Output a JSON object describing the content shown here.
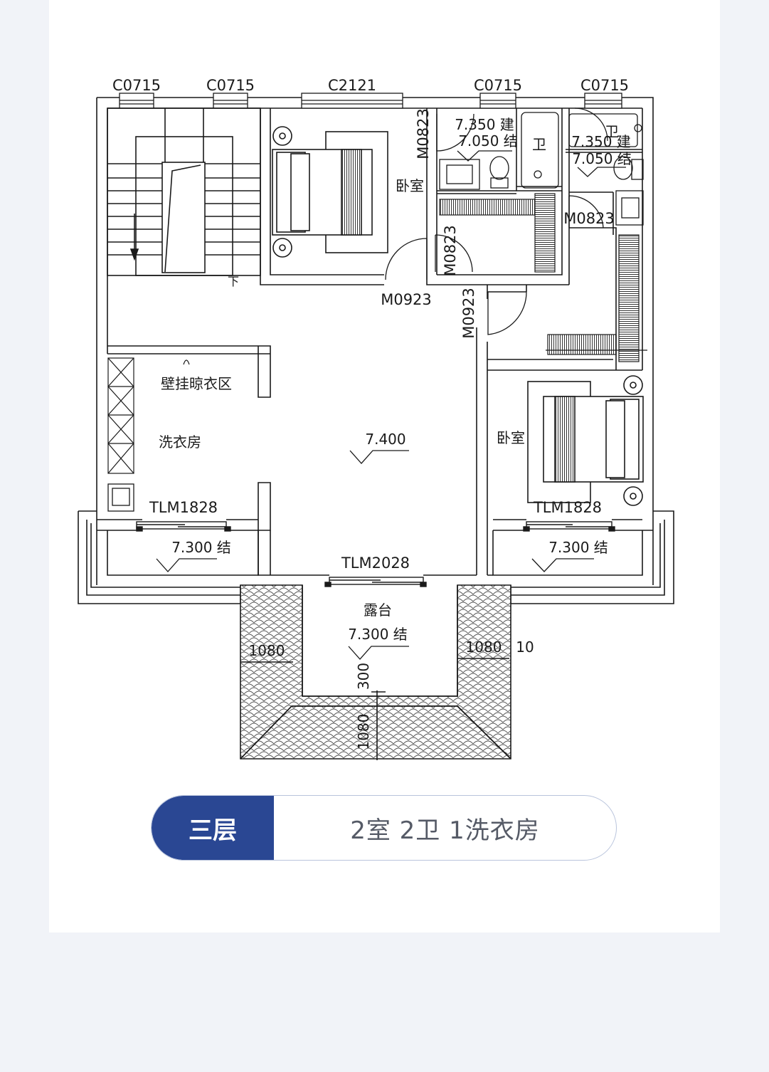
{
  "plan": {
    "window_codes": [
      "C0715",
      "C0715",
      "C2121",
      "C0715",
      "C0715"
    ],
    "door_codes": {
      "m0823_a": "M0823",
      "m0823_b": "M0823",
      "m0823_c": "M0823",
      "m0923_a": "M0923",
      "m0923_b": "M0923",
      "tlm1828_left": "TLM1828",
      "tlm1828_right": "TLM1828",
      "tlm2028": "TLM2028"
    },
    "rooms": {
      "bedroom_top": "卧室",
      "bedroom_right": "卧室",
      "bath_left": "卫",
      "bath_right": "卫",
      "drying_area": "壁挂晾衣区",
      "laundry": "洗衣房",
      "terrace": "露台",
      "stair_down": "下"
    },
    "elevations": {
      "hall": "7.400",
      "bath1_build": "7.350 建",
      "bath1_struct": "7.050 结",
      "bath2_build": "7.350 建",
      "bath2_struct": "7.050 结",
      "balcony_left": "7.300 结",
      "balcony_right": "7.300 结",
      "terrace": "7.300 结"
    },
    "dimensions": {
      "left_1080": "1080",
      "right_1080": "1080",
      "right_10": "10",
      "dim_300": "300",
      "dim_1080_vertical": "1080"
    }
  },
  "floor_info": {
    "badge": "三层",
    "summary": "2室 2卫 1洗衣房"
  },
  "colors": {
    "page_bg": "#f1f3f8",
    "card_bg": "#ffffff",
    "badge_bg": "#2a4793",
    "pill_border": "#b9c4dc",
    "summary_text": "#555a66",
    "line": "#1a1a1a"
  }
}
